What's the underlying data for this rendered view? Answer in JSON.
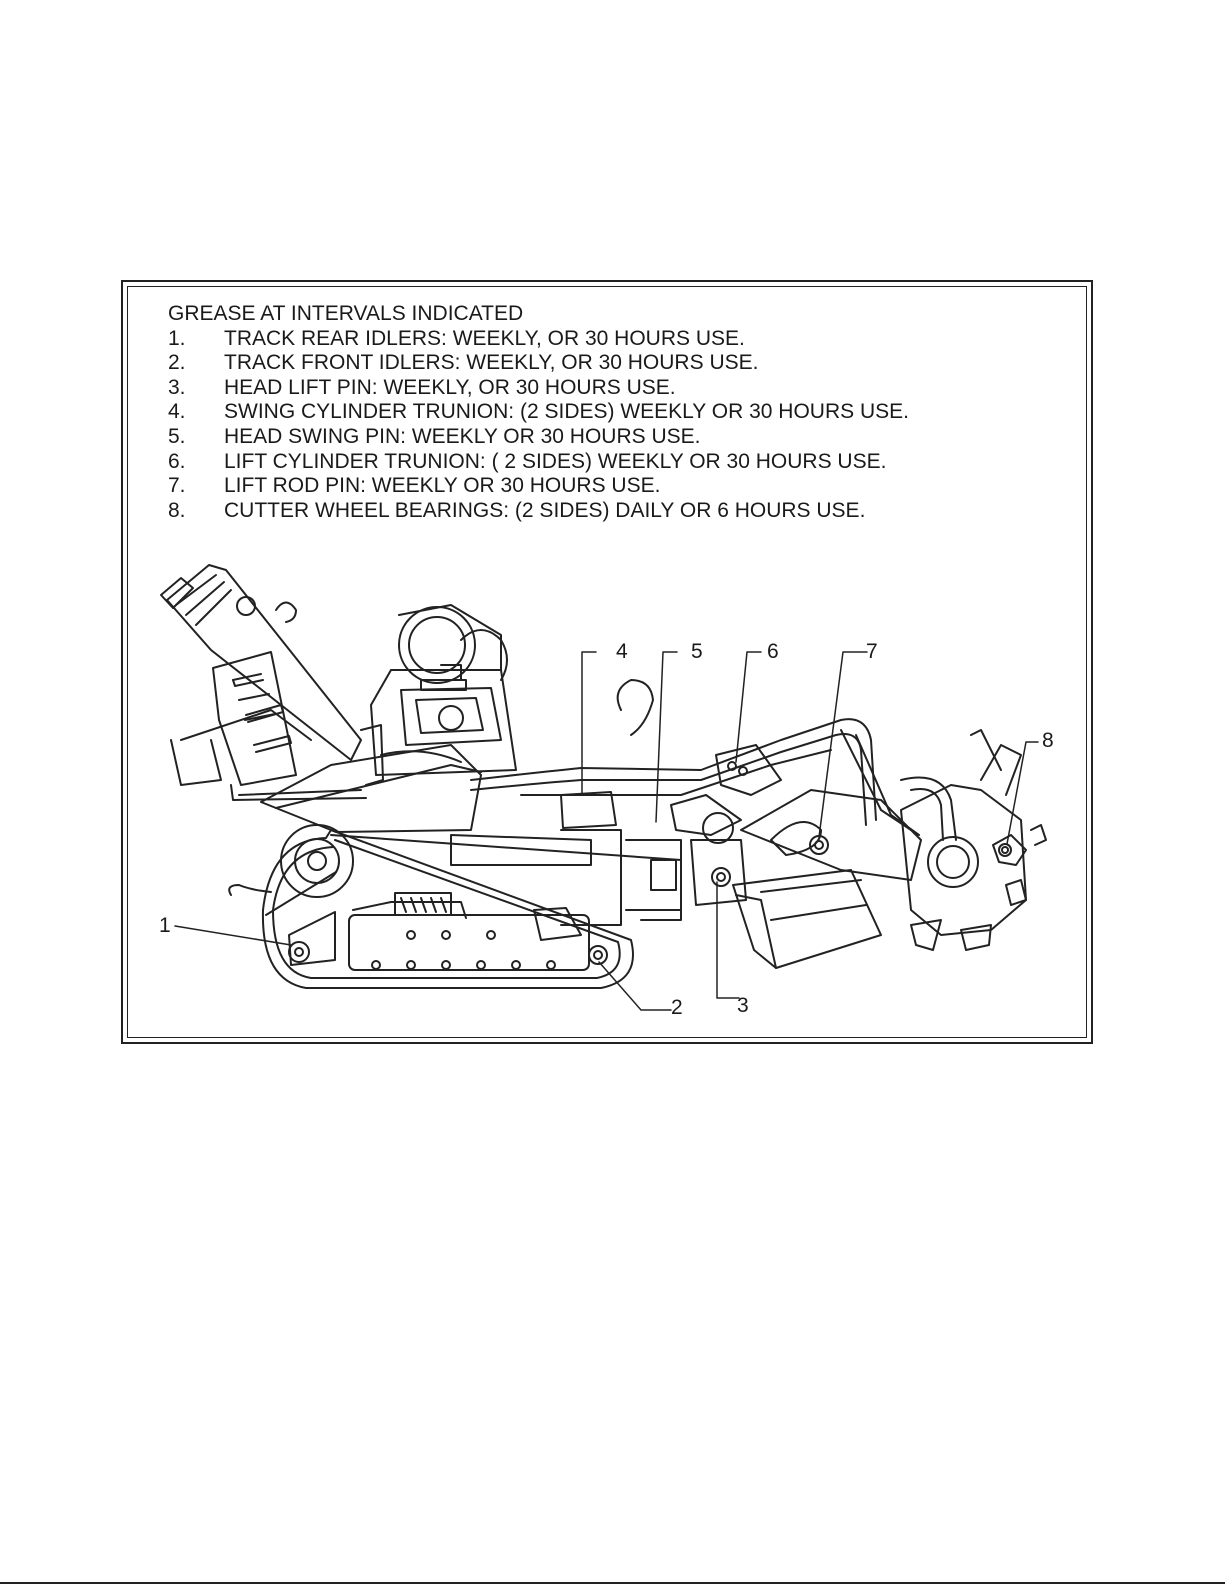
{
  "instructions": {
    "heading": "GREASE AT INTERVALS INDICATED",
    "steps": [
      {
        "num": "1.",
        "text": "TRACK REAR IDLERS: WEEKLY, OR 30 HOURS USE."
      },
      {
        "num": "2.",
        "text": "TRACK FRONT IDLERS: WEEKLY, OR 30 HOURS USE."
      },
      {
        "num": "3.",
        "text": "HEAD LIFT PIN: WEEKLY, OR 30 HOURS USE."
      },
      {
        "num": "4.",
        "text": "SWING CYLINDER TRUNION: (2 SIDES) WEEKLY OR 30 HOURS USE."
      },
      {
        "num": "5.",
        "text": "HEAD SWING PIN: WEEKLY OR 30 HOURS USE."
      },
      {
        "num": "6.",
        "text": "LIFT CYLINDER TRUNION: ( 2 SIDES) WEEKLY OR 30 HOURS USE."
      },
      {
        "num": "7.",
        "text": "LIFT ROD PIN: WEEKLY OR 30 HOURS USE."
      },
      {
        "num": "8.",
        "text": "CUTTER WHEEL BEARINGS: (2 SIDES) DAILY OR 6 HOURS USE."
      }
    ]
  },
  "callouts": {
    "c1": "1",
    "c2": "2",
    "c3": "3",
    "c4": "4",
    "c5": "5",
    "c6": "6",
    "c7": "7",
    "c8": "8"
  },
  "colors": {
    "line": "#222222",
    "background": "#ffffff"
  }
}
